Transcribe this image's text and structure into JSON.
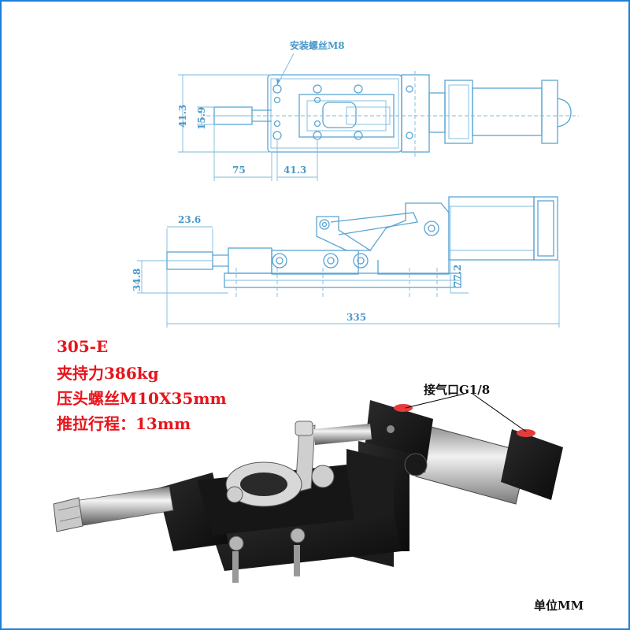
{
  "drawing": {
    "mount_screw_label": "安装螺丝M8",
    "dims": {
      "height_total_top": "41.3",
      "height_inner_top": "15.9",
      "len_plunger": "75",
      "len_base": "41.3",
      "len_front": "23.6",
      "height_base": "34.8",
      "height_body": "77.2",
      "len_total": "335"
    }
  },
  "specs": {
    "model": "305-E",
    "clamp_force": "夹持力386kg",
    "screw": "压头螺丝M10X35mm",
    "stroke": "推拉行程：13mm"
  },
  "photo": {
    "air_port_label": "接气口G1/8"
  },
  "footer": {
    "unit_label": "单位MM"
  },
  "colors": {
    "frame": "#1e7fd8",
    "drawing": "#4a98c9",
    "spec_text": "#e8141c"
  }
}
